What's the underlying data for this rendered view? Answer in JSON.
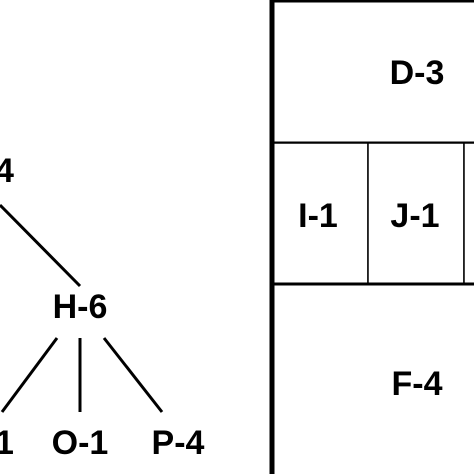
{
  "tree": {
    "nodes": [
      {
        "id": "top",
        "label": "4"
      },
      {
        "id": "h",
        "label": "H-6"
      },
      {
        "id": "n1",
        "label": "1"
      },
      {
        "id": "o",
        "label": "O-1"
      },
      {
        "id": "p",
        "label": "P-4"
      }
    ],
    "edges": [
      {
        "from": "top",
        "to": "h"
      },
      {
        "from": "h",
        "to": "n1"
      },
      {
        "from": "h",
        "to": "o"
      },
      {
        "from": "h",
        "to": "p"
      }
    ]
  },
  "treemap": {
    "top": {
      "label": "D-3"
    },
    "middle": [
      {
        "label": "I-1"
      },
      {
        "label": "J-1"
      },
      {
        "label": ""
      }
    ],
    "bottom": {
      "label": "F-4"
    }
  },
  "colors": {
    "stroke": "#000000",
    "background": "#ffffff"
  }
}
